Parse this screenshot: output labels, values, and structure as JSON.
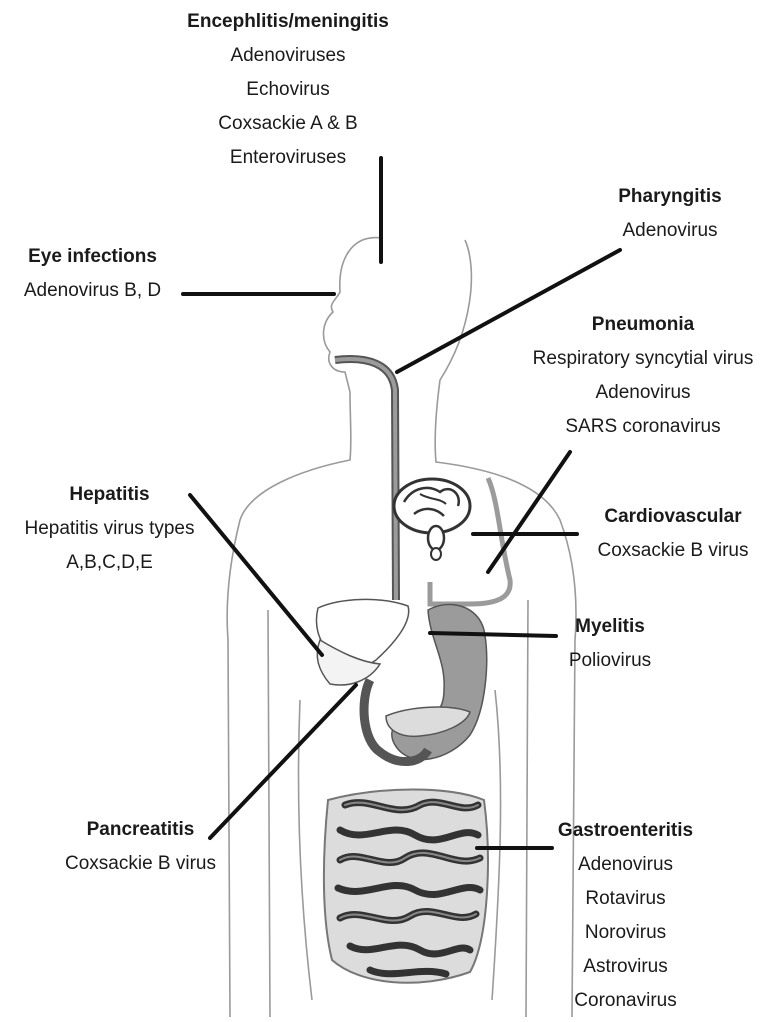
{
  "labels": {
    "encephalitis": {
      "title": "Encephlitis/meningitis",
      "items": [
        "Adenoviruses",
        "Echovirus",
        "Coxsackie A & B",
        "Enteroviruses"
      ]
    },
    "pharyngitis": {
      "title": "Pharyngitis",
      "items": [
        "Adenovirus"
      ]
    },
    "eye_infections": {
      "title": "Eye infections",
      "items": [
        "Adenovirus B, D"
      ]
    },
    "pneumonia": {
      "title": "Pneumonia",
      "items": [
        "Respiratory syncytial virus",
        "Adenovirus",
        "SARS coronavirus"
      ]
    },
    "hepatitis": {
      "title": "Hepatitis",
      "items": [
        "Hepatitis virus types",
        "A,B,C,D,E"
      ]
    },
    "cardiovascular": {
      "title": "Cardiovascular",
      "items": [
        "Coxsackie B virus"
      ]
    },
    "myelitis": {
      "title": "Myelitis",
      "items": [
        "Poliovirus"
      ]
    },
    "pancreatitis": {
      "title": "Pancreatitis",
      "items": [
        "Coxsackie B virus"
      ]
    },
    "gastroenteritis": {
      "title": "Gastroenteritis",
      "items": [
        "Adenovirus",
        "Rotavirus",
        "Norovirus",
        "Astrovirus",
        "Coronavirus"
      ]
    }
  },
  "colors": {
    "outline": "#9a9a9a",
    "leader": "#111111",
    "organ_dark": "#555555",
    "organ_mid": "#9b9b9b",
    "organ_light": "#dcdcdc",
    "text": "#1a1a1a"
  }
}
